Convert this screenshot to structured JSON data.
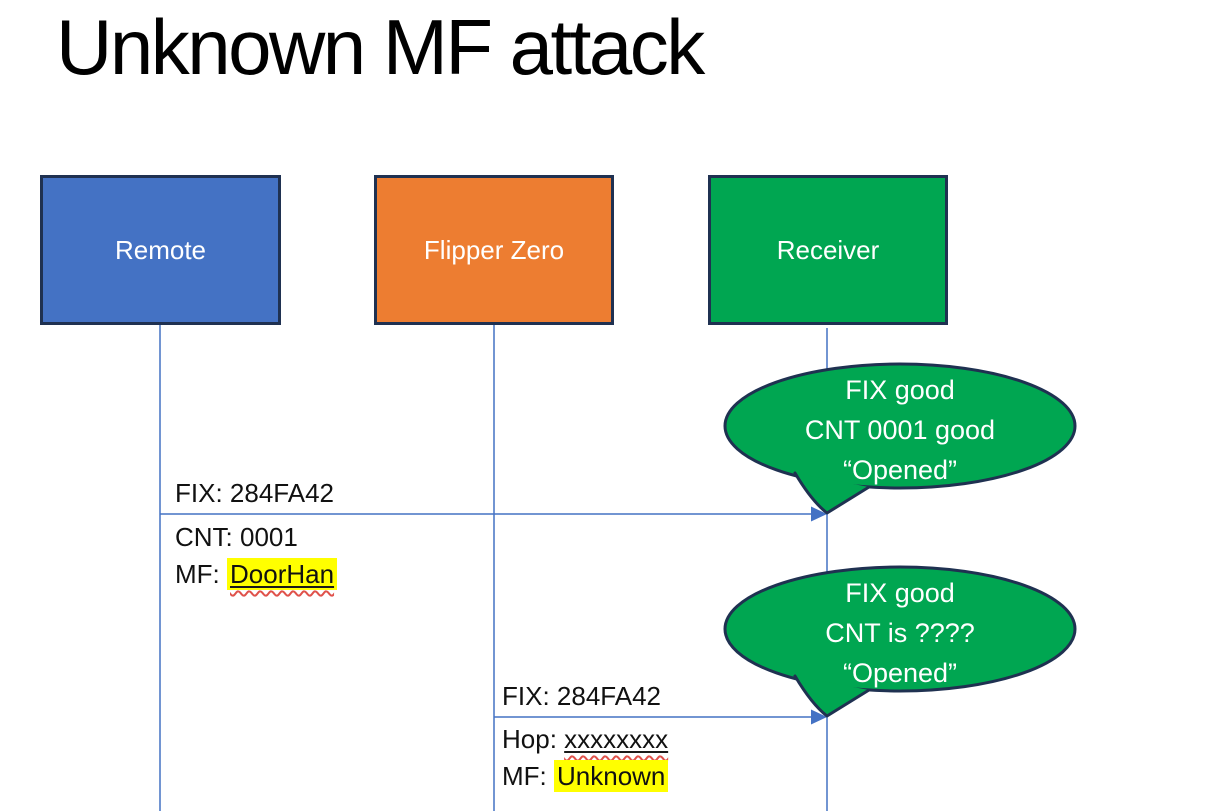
{
  "slide": {
    "title": "Unknown MF attack"
  },
  "actors": {
    "remote": "Remote",
    "flipper_zero": "Flipper Zero",
    "receiver": "Receiver"
  },
  "message1": {
    "fix": "FIX: 284FA42",
    "cnt": "CNT: 0001",
    "mf_prefix": "MF: ",
    "mf_value": "DoorHan"
  },
  "message2": {
    "fix": "FIX: 284FA42",
    "hop_prefix": "Hop: ",
    "hop_value": "xxxxxxxx",
    "mf_prefix": "MF: ",
    "mf_value": "Unknown"
  },
  "bubble1": {
    "line1": "FIX good",
    "line2": "CNT 0001 good",
    "line3": "“Opened”"
  },
  "bubble2": {
    "line1": "FIX good",
    "line2": "CNT is ????",
    "line3": "“Opened”"
  },
  "colors": {
    "blue": "#4472C4",
    "orange": "#ED7D31",
    "green": "#00A651",
    "border": "#1F3151",
    "line": "#4472C4",
    "highlight": "#FFFF00",
    "squiggle": "#E0524B"
  }
}
